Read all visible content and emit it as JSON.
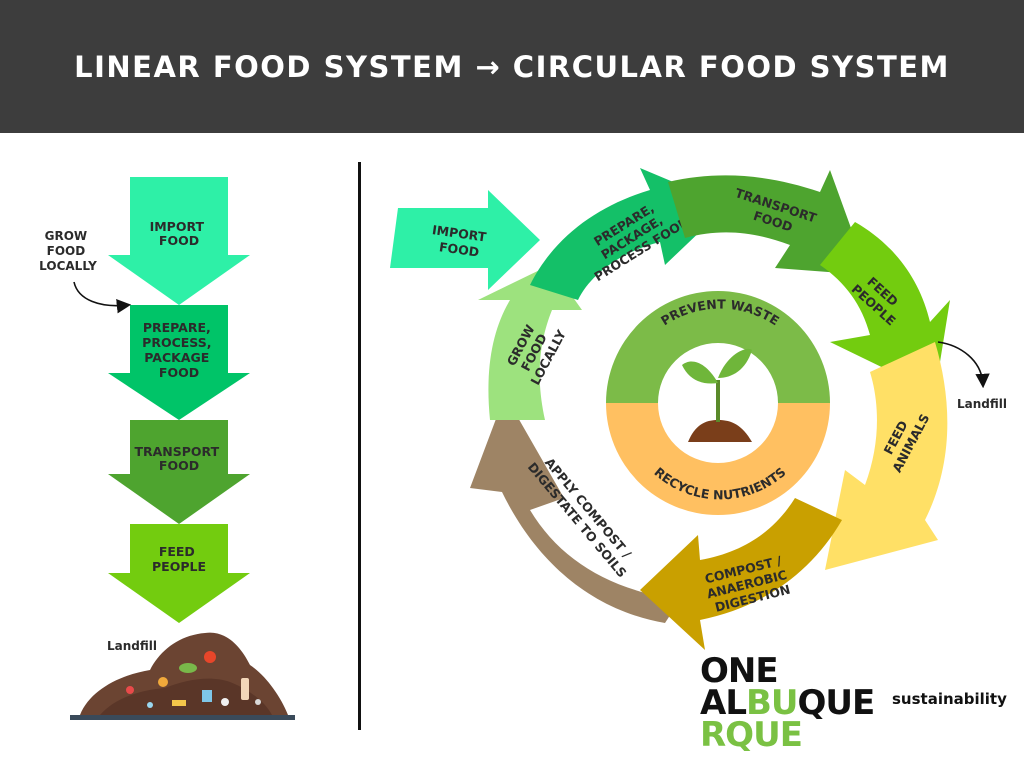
{
  "header": {
    "title": "LINEAR FOOD SYSTEM → CIRCULAR FOOD SYSTEM"
  },
  "linear": {
    "steps": [
      {
        "lines": [
          "IMPORT",
          "FOOD"
        ],
        "color": "#2ef0a7"
      },
      {
        "lines": [
          "PREPARE,",
          "PROCESS,",
          "PACKAGE",
          "FOOD"
        ],
        "color": "#00c468"
      },
      {
        "lines": [
          "TRANSPORT",
          "FOOD"
        ],
        "color": "#4ea42f"
      },
      {
        "lines": [
          "FEED",
          "PEOPLE"
        ],
        "color": "#73cc0f"
      }
    ],
    "side_label": [
      "GROW",
      "FOOD",
      "LOCALLY"
    ],
    "landfill": "Landfill"
  },
  "circular": {
    "import": [
      "IMPORT",
      "FOOD"
    ],
    "prepare": [
      "PREPARE,",
      "PACKAGE,",
      "PROCESS FOOD"
    ],
    "transport": [
      "TRANSPORT",
      "FOOD"
    ],
    "feed_people": [
      "FEED",
      "PEOPLE"
    ],
    "feed_animals": [
      "FEED",
      "ANIMALS"
    ],
    "compost": [
      "COMPOST /",
      "ANAEROBIC",
      "DIGESTION"
    ],
    "apply": [
      "APPLY COMPOST /",
      "DIGESTATE TO SOILS"
    ],
    "grow": [
      "GROW",
      "FOOD",
      "LOCALLY"
    ],
    "landfill": "Landfill",
    "center_top": "PREVENT WASTE",
    "center_bottom": "RECYCLE NUTRIENTS",
    "colors": {
      "import": "#2ef0a7",
      "prepare": "#14c068",
      "transport": "#4ea42f",
      "feed_people": "#73cc0f",
      "feed_animals": "#ffe066",
      "compost": "#c9a000",
      "apply": "#9e8465",
      "grow": "#9de27e",
      "prevent": "#7cbb48",
      "recycle": "#ffc061"
    }
  },
  "logo": {
    "line1": "ONE",
    "line2_a": "AL",
    "line2_b": "BU",
    "line2_c": "QUE",
    "line3": "RQUE",
    "tagline": "sustainability"
  }
}
